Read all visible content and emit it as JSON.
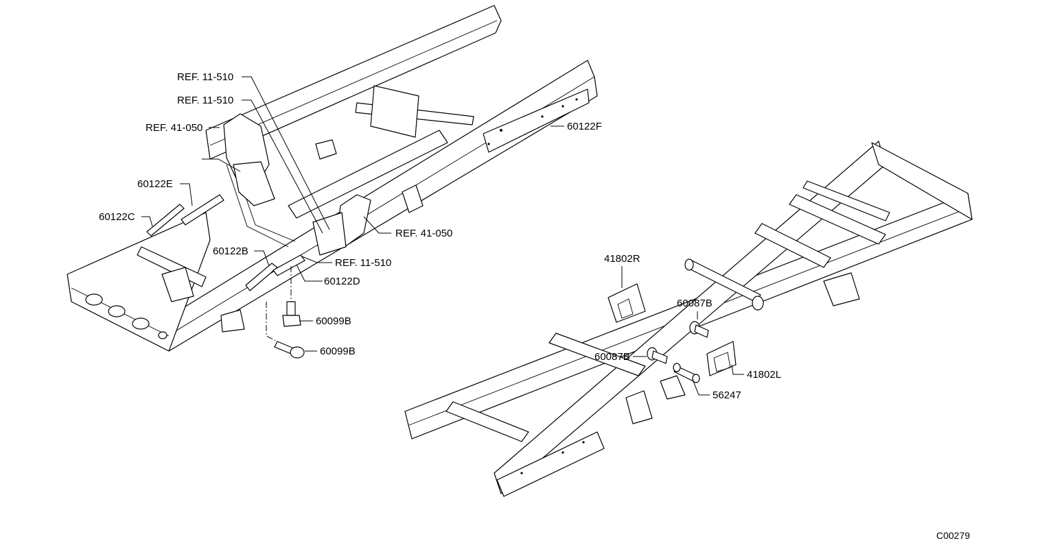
{
  "labels": {
    "ref_11_510_top": "REF. 11-510",
    "ref_11_510_second": "REF. 11-510",
    "ref_41_050_left": "REF. 41-050",
    "part_60122e": "60122E",
    "part_60122c": "60122C",
    "part_60122f": "60122F",
    "ref_41_050_right": "REF. 41-050",
    "part_60122b": "60122B",
    "ref_11_510_lower": "REF. 11-510",
    "part_60122d": "60122D",
    "part_60099b_upper": "60099B",
    "part_60099b_lower": "60099B",
    "part_41802r": "41802R",
    "part_60087b_upper": "60087B",
    "part_60087b_lower": "60087B",
    "part_41802l": "41802L",
    "part_56247": "56247"
  },
  "figure_code": "C00279"
}
